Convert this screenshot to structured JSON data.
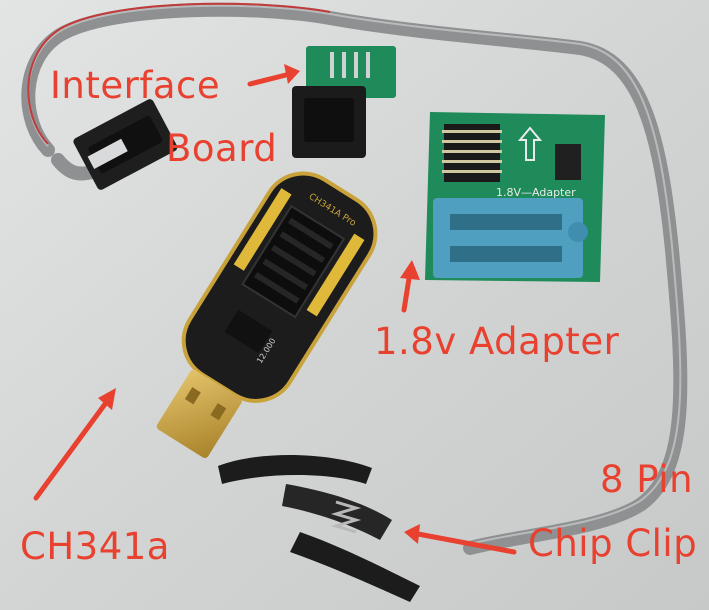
{
  "labels": {
    "interface": "Interface",
    "board": "Board",
    "adapter": "1.8v Adapter",
    "pin_count": "8 Pin",
    "chip_clip": "Chip Clip",
    "programmer": "CH341a"
  },
  "board_markings": {
    "adapter_silk": "1.8V—Adapter",
    "programmer_silk": "CH341A Pro",
    "crystal": "12.000"
  },
  "colors": {
    "annotation": "#e8412f",
    "background": "#d6d8d8",
    "pcb_green": "#1f8a5a",
    "zif_blue": "#4fa0c0",
    "programmer_black": "#1c1c1c",
    "gold": "#c9a23a",
    "cable_grey": "#8e9091"
  }
}
